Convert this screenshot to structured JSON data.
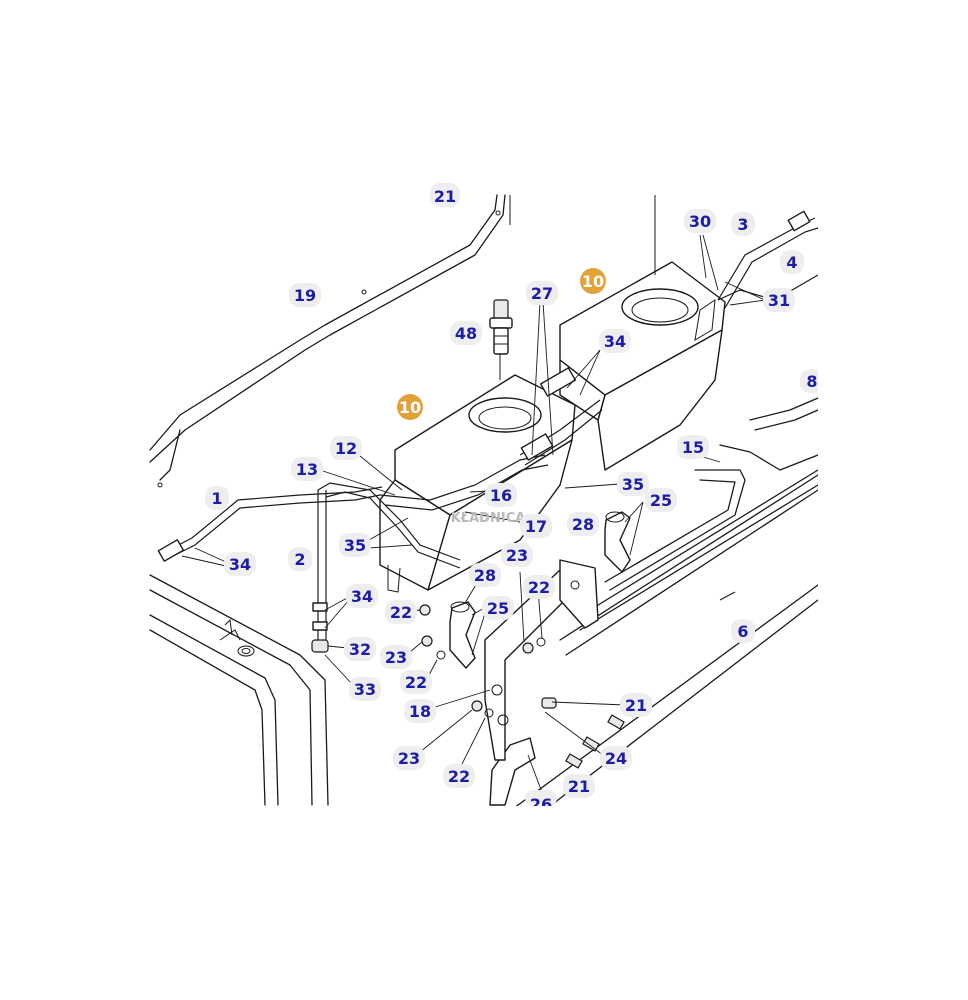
{
  "diagram": {
    "watermark": "KŁADNICA",
    "highlight_color": "#e3a238",
    "label_color": "#1c1ca8",
    "part_labels": {
      "p21_top": "21",
      "p19": "19",
      "p30": "30",
      "p3": "3",
      "p4": "4",
      "p10_right": "10",
      "p27": "27",
      "p31": "31",
      "p48": "48",
      "p34_tank": "34",
      "p8": "8",
      "p10_left": "10",
      "p12": "12",
      "p15": "15",
      "p13": "13",
      "p35_right": "35",
      "p25_right": "25",
      "p1": "1",
      "p16": "16",
      "p17": "17",
      "p28_right": "28",
      "p35_left": "35",
      "p34_left": "34",
      "p2": "2",
      "p23_mid": "23",
      "p28_mid": "28",
      "p22_mid": "22",
      "p34_lower": "34",
      "p22_left": "22",
      "p25_mid": "25",
      "p6": "6",
      "p32": "32",
      "p23_left": "23",
      "p22_low": "22",
      "p33": "33",
      "p21_mid": "21",
      "p18": "18",
      "p23_bottom": "23",
      "p24": "24",
      "p22_bottom": "22",
      "p21_bottom": "21",
      "p26": "26"
    }
  }
}
